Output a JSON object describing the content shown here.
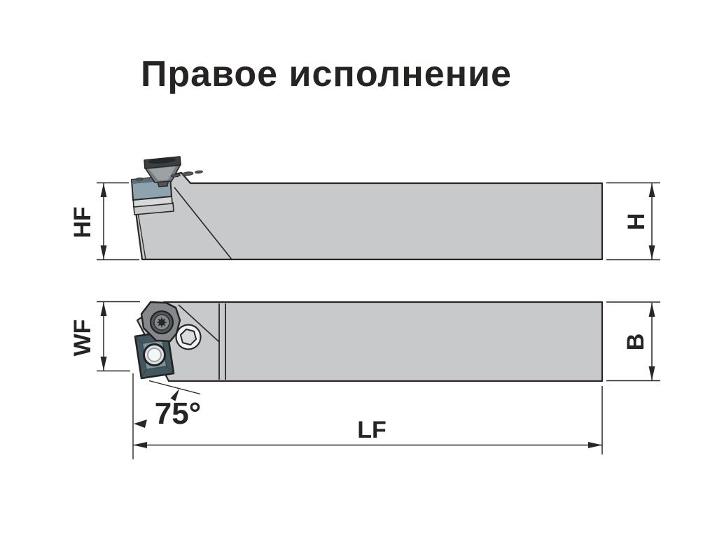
{
  "header": {
    "title": "Правое исполнение"
  },
  "drawing": {
    "description": "technical drawing of right-hand external turning tool holder, side view and plan view",
    "labels": {
      "hf": "HF",
      "h": "H",
      "wf": "WF",
      "b": "B",
      "lf": "LF",
      "angle": "75°"
    },
    "colors": {
      "background": "#ffffff",
      "line": "#2a2627",
      "body": "#c7c9cb",
      "shim": "#d6d8da",
      "insert_side": "#8ea3ad",
      "insert_dark": "#44575f",
      "insert_face": "#7f939d",
      "clamp": "#85898c",
      "knob_collar": "#3b3f42",
      "knob_body": "#757b7f"
    }
  }
}
